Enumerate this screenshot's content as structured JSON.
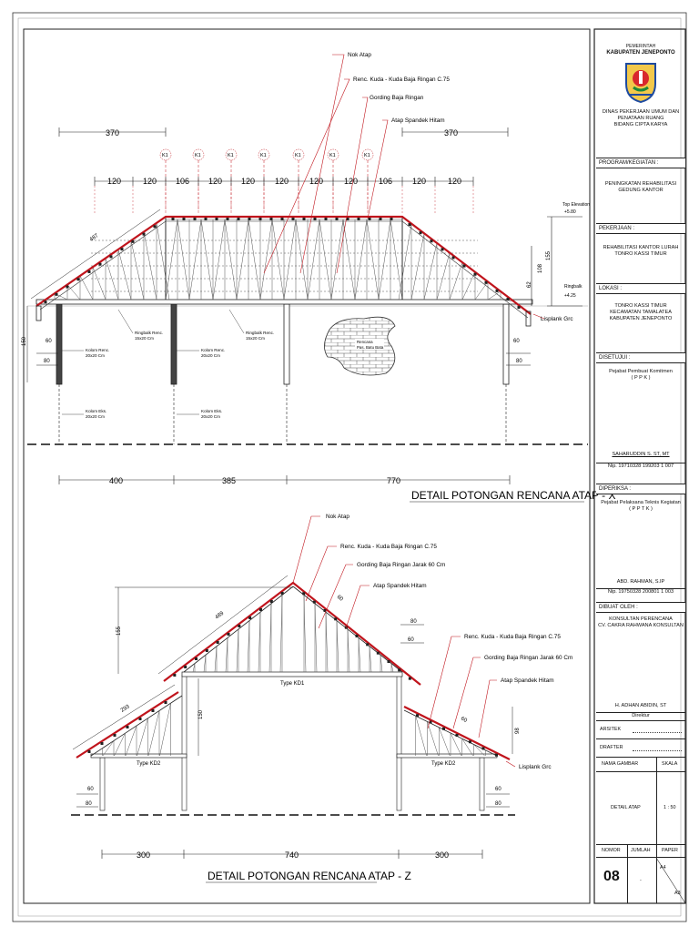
{
  "drawing_x": {
    "title": "DETAIL POTONGAN RENCANA ATAP  - X",
    "labels": {
      "nok": "Nok Atap",
      "kuda": "Renc. Kuda - Kuda Baja Ringan C.75",
      "gording": "Gording Baja Ringan",
      "atap": "Atap Spandek Hitam",
      "lisplank": "Lisplank Grc",
      "top_elev": "Top Elevation",
      "top_elev_val": "+5.80",
      "ringbalk": "Ringbalk",
      "ringbalk_val": "+4.25",
      "ringbalk_renc": "Ringbalk Renc.",
      "ringbalk_size": "15x20 Cm",
      "kolom_renc": "Kolom Renc.",
      "kolom_eks": "Kolom Eks.",
      "kolom_size": "20x20 Cm",
      "kanopi1": "Rencana",
      "kanopi2": "Pas. Batu Bata",
      "rafter_len": "487",
      "k1": "K1"
    },
    "dims_top": [
      "370",
      "370"
    ],
    "dims_mid": [
      "120",
      "120",
      "106",
      "120",
      "120",
      "120",
      "120",
      "120",
      "106",
      "120",
      "120"
    ],
    "dims_bottom": [
      "400",
      "385",
      "770"
    ],
    "dims_vert": [
      "155",
      "108",
      "62",
      "150",
      "60",
      "80",
      "60",
      "80"
    ]
  },
  "drawing_z": {
    "title": "DETAIL POTONGAN RENCANA ATAP  - Z",
    "labels": {
      "nok": "Nok Atap",
      "kuda": "Renc. Kuda - Kuda Baja Ringan C.75",
      "gording": "Gording Baja Ringan Jarak 60 Cm",
      "atap": "Atap Spandek Hitam",
      "kuda2": "Renc. Kuda - Kuda Baja Ringan C.75",
      "gording2": "Gording Baja Ringan Jarak 60 Cm",
      "atap2": "Atap Spandek Hitam",
      "lisplank": "Lisplank Grc",
      "type_kd1": "Type KD1",
      "type_kd2": "Type KD2",
      "rafter_main": "489",
      "rafter_side": "293"
    },
    "dims_bottom": [
      "300",
      "740",
      "300"
    ],
    "dims_vert": [
      "155",
      "150",
      "60",
      "80",
      "80",
      "60",
      "98",
      "60",
      "80"
    ],
    "dims_small": [
      "60",
      "60"
    ]
  },
  "title_block": {
    "gov1": "PEMERINTAH",
    "gov2": "KABUPATEN JENEPONTO",
    "dinas1": "DINAS PEKERJAAN UMUM DAN",
    "dinas2": "PENATAAN RUANG",
    "dinas3": "BIDANG CIPTA KARYA",
    "program_hdr": "PROGRAM/KEGIATAN :",
    "program1": "PENINGKATAN REHABILITASI",
    "program2": "GEDUNG KANTOR",
    "pekerjaan_hdr": "PEKERJAAN :",
    "pekerjaan1": "REHABILITASI KANTOR LURAH",
    "pekerjaan2": "TONRO KASSI TIMUR",
    "lokasi_hdr": "LOKASI :",
    "lokasi1": "TONRO KASSI TIMUR",
    "lokasi2": "KECAMATAN TAMALATEA",
    "lokasi3": "KABUPATEN JENEPONTO",
    "disetujui_hdr": "DISETUJUI :",
    "ppk1": "Pejabat Pembuat Komitmen",
    "ppk2": "( P P K )",
    "ppk_name": "SAHARUDDIN S. ST, MT",
    "ppk_nip": "Nip. 19710328 199203 1 007",
    "diperiksa_hdr": "DIPERIKSA :",
    "pptk1": "Pejabat Pelaksana Teknis Kegiatan",
    "pptk2": "( P P T K )",
    "pptk_name": "ABD. RAHMAN, S.IP",
    "pptk_nip": "Nip. 19750328 200801 1 003",
    "dibuat_hdr": "DIBUAT OLEH :",
    "konsultan1": "KONSULTAN PERENCANA",
    "konsultan2": "CV. CAKRA RAHWANA KONSULTAN",
    "direktur_name": "H. ADHAN ABIDIN, ST",
    "direktur": "Direktur",
    "arsitek": "ARSITEK",
    "drafter": "DRAFTER",
    "nama_gambar": "NAMA GAMBAR",
    "skala": "SKALA",
    "gambar": "DETAIL ATAP",
    "skala_val": "1 : 50",
    "nomor": "NOMOR",
    "jumlah": "JUMLAH",
    "paper": "PAPER",
    "nomor_val": "08",
    "jumlah_val": "-",
    "paper_a4": "A4",
    "paper_a3": "A3"
  },
  "colors": {
    "roof_red": "#c0141c",
    "line": "#222222"
  }
}
